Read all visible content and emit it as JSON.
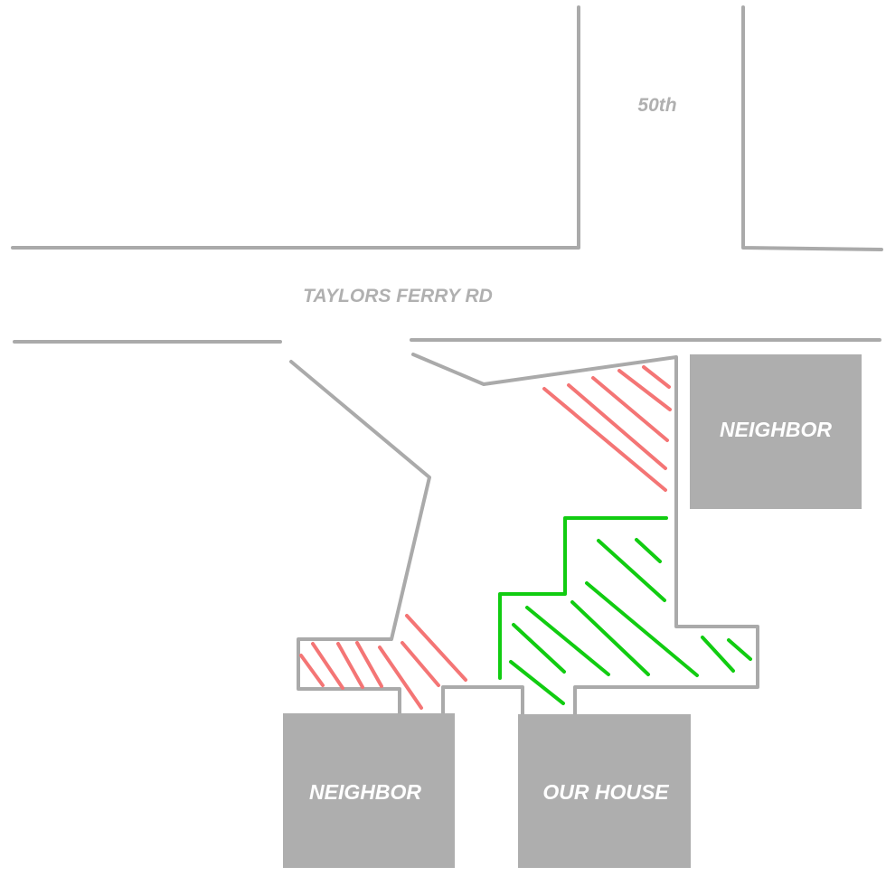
{
  "labels": {
    "street_50th": "50th",
    "taylors_ferry": "TAYLORS FERRY RD",
    "neighbor_right": "NEIGHBOR",
    "neighbor_bottom": "NEIGHBOR",
    "our_house": "OUR HOUSE"
  },
  "colors": {
    "road": "#aaaaaa",
    "building": "#aeaeae",
    "red_hatch": "#f47575",
    "green_hatch": "#11cc11"
  }
}
